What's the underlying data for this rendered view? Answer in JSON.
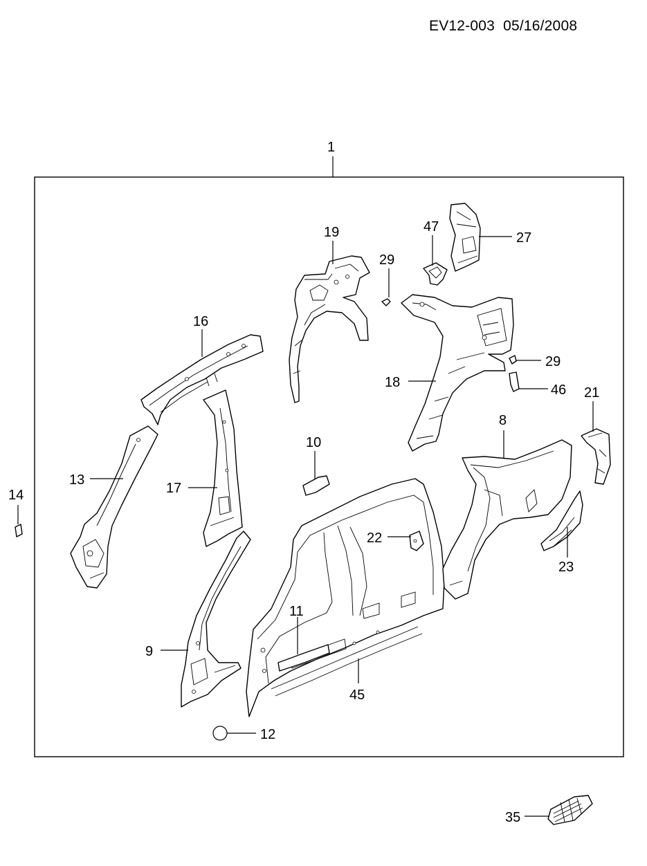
{
  "header": {
    "code": "EV12-003",
    "date": "05/16/2008"
  },
  "callouts": {
    "c1": "1",
    "c8": "8",
    "c9": "9",
    "c10": "10",
    "c11": "11",
    "c12": "12",
    "c13": "13",
    "c14": "14",
    "c16": "16",
    "c17": "17",
    "c18": "18",
    "c19": "19",
    "c21": "21",
    "c22": "22",
    "c23": "23",
    "c27": "27",
    "c29a": "29",
    "c29b": "29",
    "c35": "35",
    "c45": "45",
    "c46": "46",
    "c47": "47"
  }
}
